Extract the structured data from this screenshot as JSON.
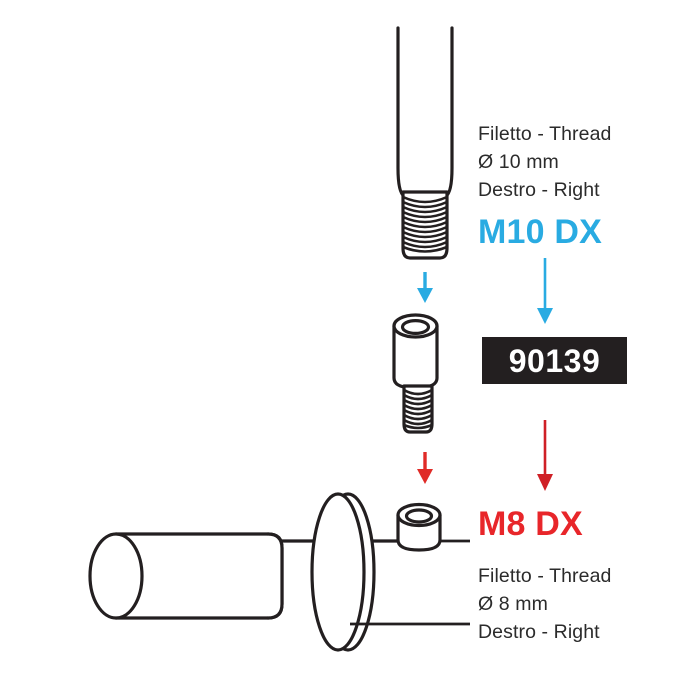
{
  "diagram": {
    "title": "Mirror thread adapter exploded view",
    "colors": {
      "outline": "#231f20",
      "blue_accent": "#29abe2",
      "red_accent": "#e8262a",
      "badge_background": "#231f20",
      "badge_text": "#ffffff",
      "background": "#ffffff"
    }
  },
  "top_spec": {
    "line1": "Filetto - Thread",
    "line2": "Ø 10 mm",
    "line3": "Destro - Right",
    "code": "M10 DX"
  },
  "part": {
    "number": "90139"
  },
  "bottom_spec": {
    "code": "M8 DX",
    "line1": "Filetto - Thread",
    "line2": "Ø 8 mm",
    "line3": "Destro - Right"
  },
  "parts": [
    {
      "name": "threaded-rod",
      "thread": "M10 DX"
    },
    {
      "name": "thread-adapter-sleeve",
      "part_number": "90139"
    },
    {
      "name": "mirror-stem-nut",
      "thread": "M8 DX"
    },
    {
      "name": "mirror-stem-base",
      "thread": "M8 DX"
    }
  ],
  "arrows": [
    {
      "name": "assembly-arrow-rod-to-adapter",
      "color": "#29abe2"
    },
    {
      "name": "assembly-arrow-adapter-to-stem",
      "color": "#e02b27"
    },
    {
      "name": "callout-arrow-m10",
      "color": "#29abe2"
    },
    {
      "name": "callout-arrow-m8",
      "color": "#cf2026"
    }
  ]
}
